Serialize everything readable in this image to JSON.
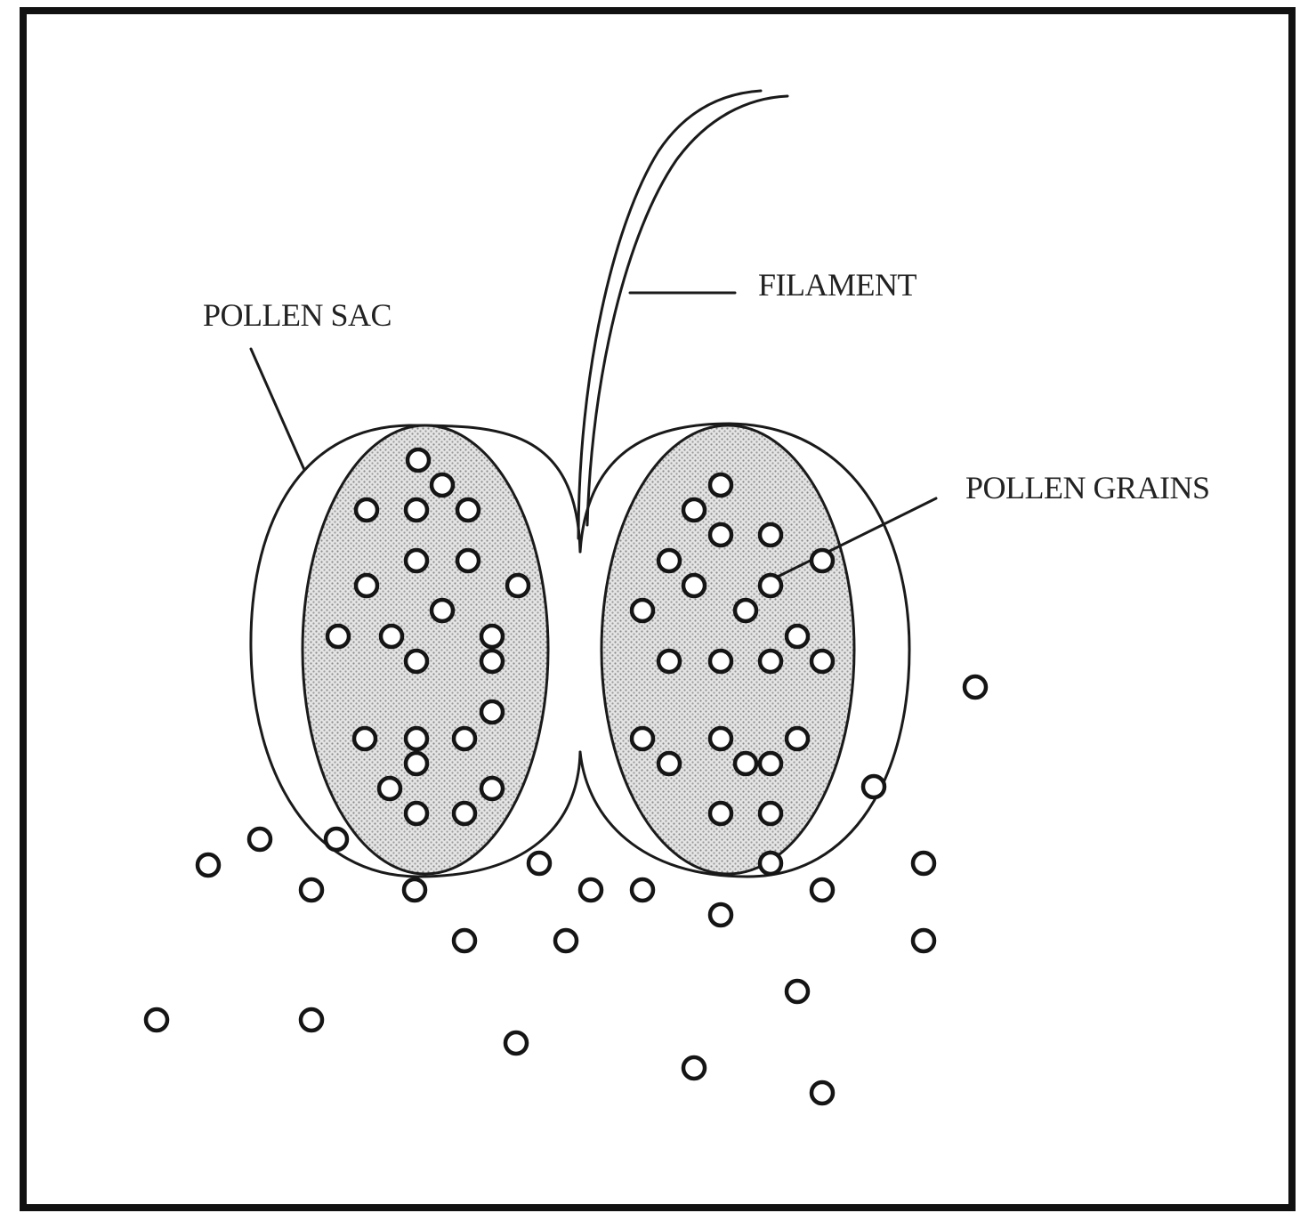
{
  "labels": {
    "filament": "FILAMENT",
    "pollen_sac": "POLLEN SAC",
    "pollen_grains": "POLLEN GRAINS"
  },
  "colors": {
    "ink": "#1a1a1a",
    "stipple": "#c9c9c9",
    "background": "#ffffff"
  }
}
